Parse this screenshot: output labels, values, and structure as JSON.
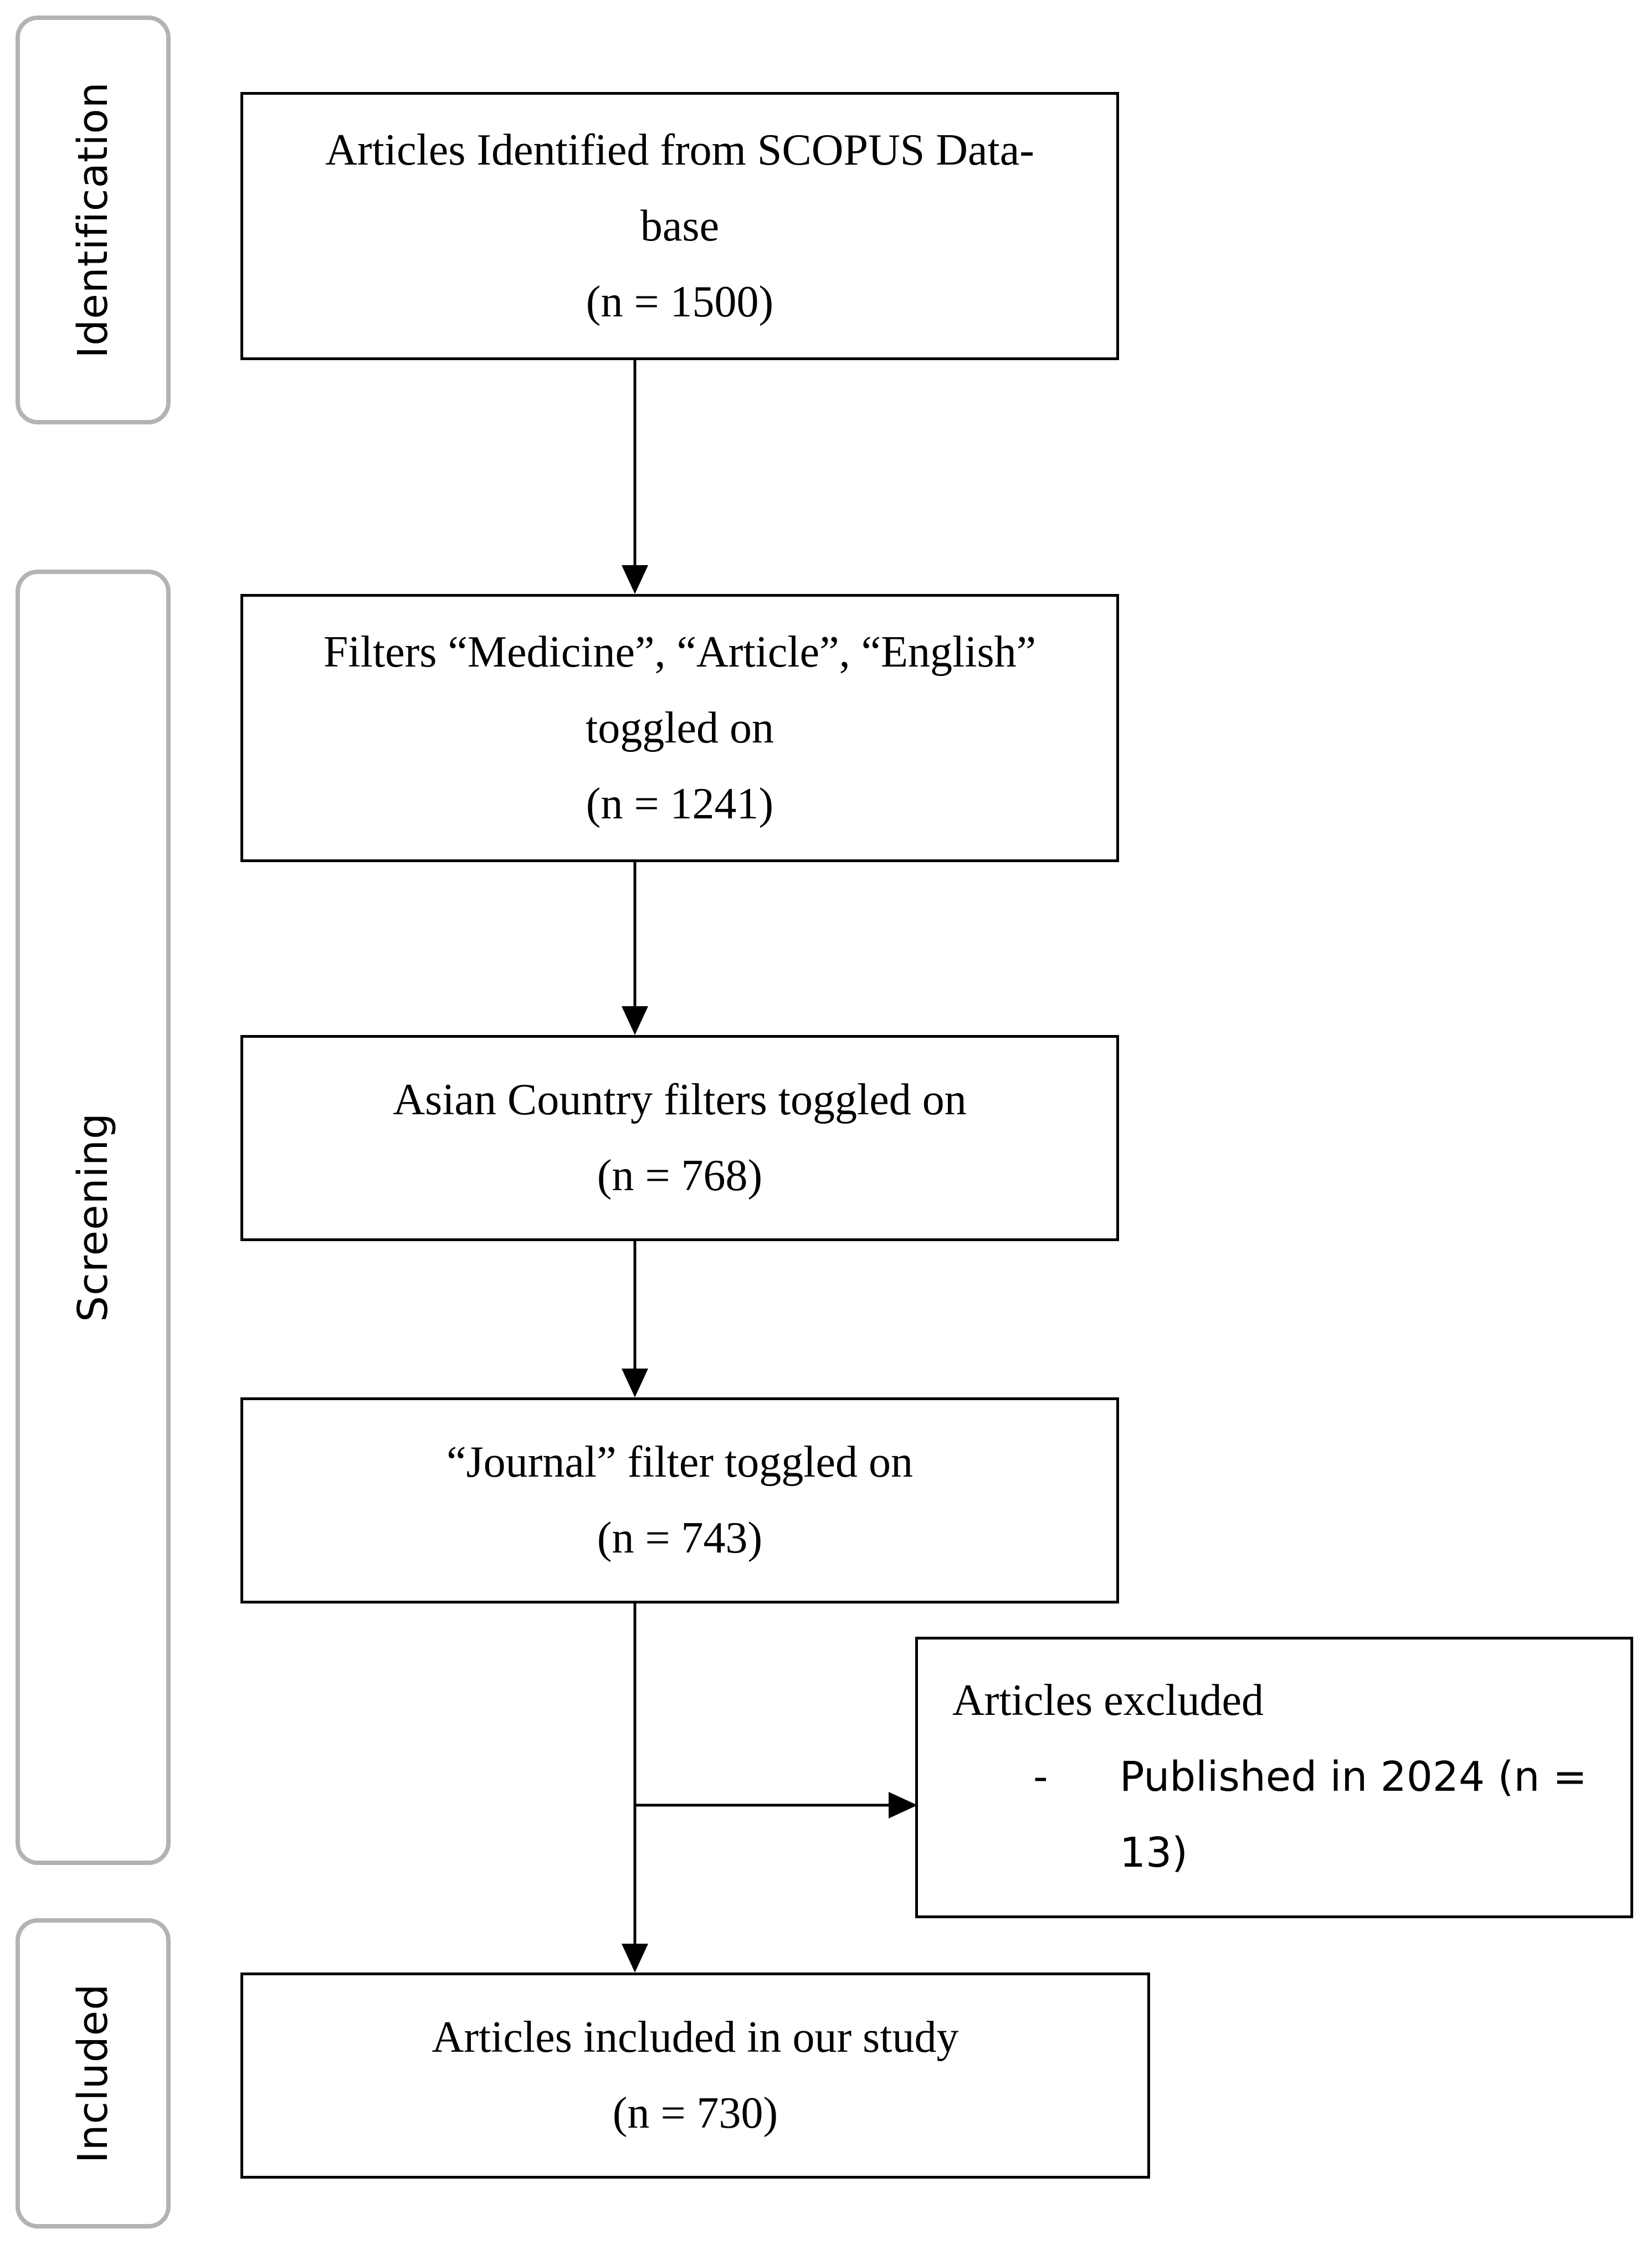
{
  "phases": {
    "identification": "Identification",
    "screening": "Screening",
    "included": "Included"
  },
  "boxes": {
    "identified": {
      "line1": "Articles Identified from SCOPUS Data-",
      "line2": "base",
      "count": "(n = 1500)"
    },
    "filters": {
      "line1": "Filters “Medicine”, “Article”, “English”",
      "line2": "toggled on",
      "count": "(n = 1241)"
    },
    "asian": {
      "line1": "Asian Country filters toggled on",
      "count": "(n = 768)"
    },
    "journal": {
      "line1": "“Journal” filter toggled on",
      "count": "(n = 743)"
    },
    "included": {
      "line1": "Articles included in our study",
      "count": "(n = 730)"
    }
  },
  "excluded": {
    "title": "Articles excluded",
    "bullet": "-",
    "item": "Published in 2024 (n = 13)"
  }
}
